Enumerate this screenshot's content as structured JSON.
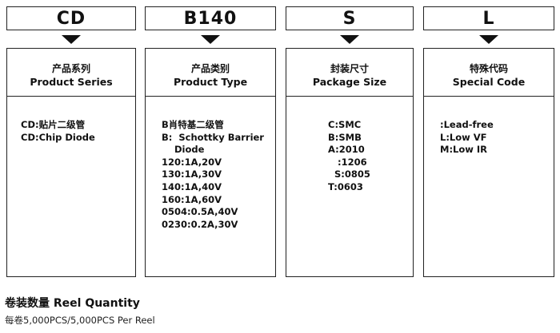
{
  "columns": [
    {
      "code": "CD",
      "title_cn": "产品系列",
      "title_en": "Product Series",
      "lines": [
        "CD:贴片二级管",
        "CD:Chip Diode"
      ]
    },
    {
      "code": "B140",
      "title_cn": "产品类别",
      "title_en": "Product Type",
      "lines": [
        "B肖特基二级管",
        "B:  Schottky Barrier",
        "    Diode",
        "120:1A,20V",
        "130:1A,30V",
        "140:1A,40V",
        "160:1A,60V",
        "0504:0.5A,40V",
        "0230:0.2A,30V"
      ]
    },
    {
      "code": "S",
      "title_cn": "封装尺寸",
      "title_en": "Package Size",
      "lines": [
        "C:SMC",
        "B:SMB",
        "A:2010",
        "   :1206",
        "  S:0805",
        "T:0603"
      ]
    },
    {
      "code": "L",
      "title_cn": "特殊代码",
      "title_en": "Special Code",
      "lines": [
        ":Lead-free",
        "L:Low VF",
        "M:Low IR"
      ]
    }
  ],
  "footer": {
    "title": "卷装数量 Reel Quantity",
    "text": "每卷5,000PCS/5,000PCS Per Reel"
  }
}
